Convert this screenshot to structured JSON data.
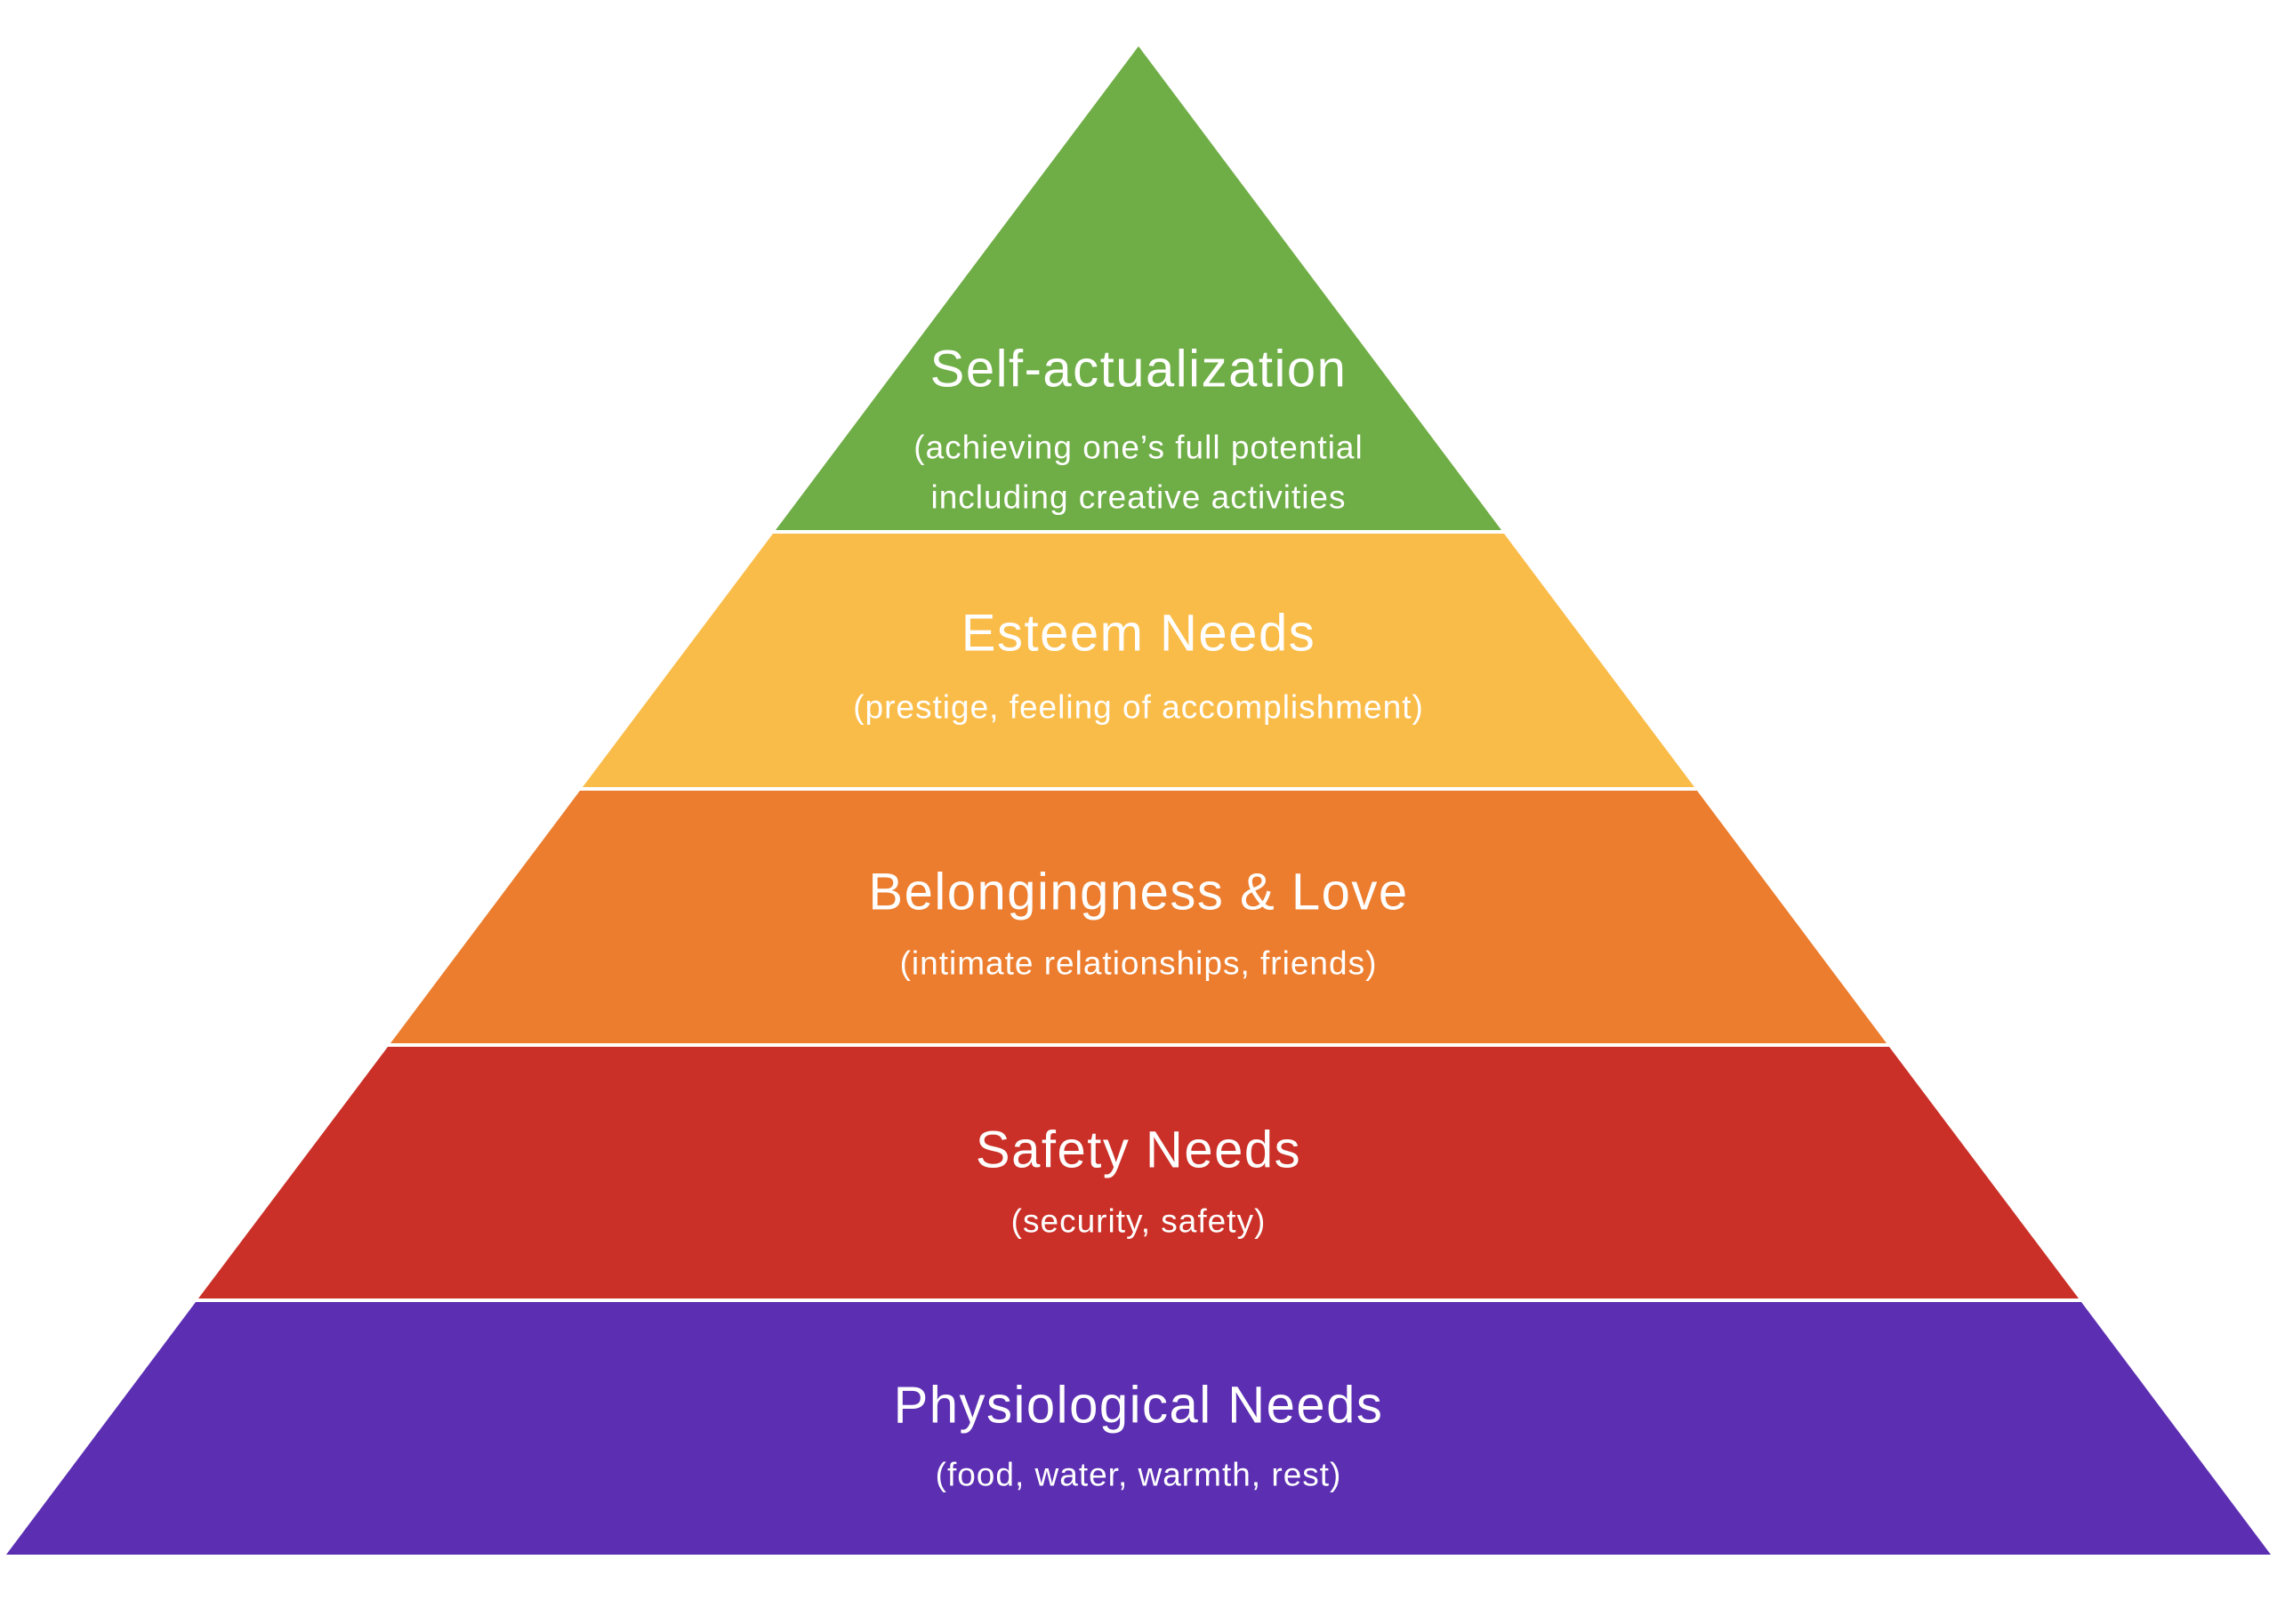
{
  "pyramid": {
    "background_color": "#ffffff",
    "text_color": "#ffffff",
    "separator_color": "#ffffff",
    "levels": [
      {
        "id": "self-actualization",
        "title": "Self-actualization",
        "subtitle_line1": "(achieving one’s full potential",
        "subtitle_line2": "including creative activities",
        "color": "#6FAD47"
      },
      {
        "id": "esteem-needs",
        "title": "Esteem Needs",
        "subtitle_line1": "(prestige, feeling of accomplishment)",
        "color": "#FABC49"
      },
      {
        "id": "belongingness-love",
        "title": "Belongingness & Love",
        "subtitle_line1": "(intimate relationships, friends)",
        "color": "#EC7D2E"
      },
      {
        "id": "safety-needs",
        "title": "Safety Needs",
        "subtitle_line1": "(security, safety)",
        "color": "#CA3027"
      },
      {
        "id": "physiological-needs",
        "title": "Physiological Needs",
        "subtitle_line1": "(food, water, warmth, rest)",
        "color": "#5B2EB2"
      }
    ]
  }
}
